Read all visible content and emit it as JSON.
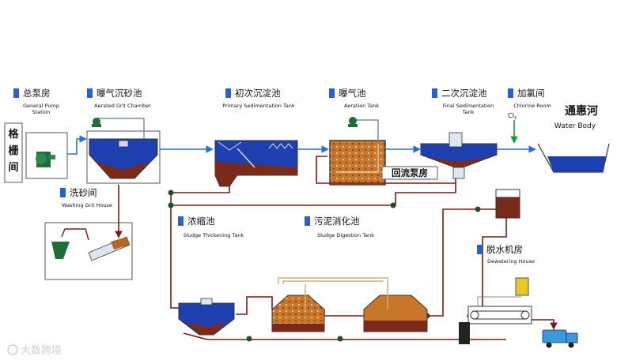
{
  "labels": {
    "grille": "格栅间",
    "pump_station": {
      "zh": "总泵房",
      "en_1": "General Pump",
      "en_2": "Station"
    },
    "grit_chamber": {
      "zh": "曝气沉砂池",
      "en": "Aerated Grit  Chamber"
    },
    "primary_tank": {
      "zh": "初次沉淀池",
      "en": "Primary Sedimentation Tank"
    },
    "aeration_tank": {
      "zh": "曝气池",
      "en": "Aeration Tank"
    },
    "final_tank": {
      "zh": "二次沉淀池",
      "en_1": "Final Sedimentation",
      "en_2": "Tank"
    },
    "chlorine_room": {
      "zh": "加氯间",
      "en": "Chlorine Room"
    },
    "chlorine_symbol": "Cl",
    "chlorine_subscript": "2",
    "water_body": {
      "zh": "通惠河",
      "en": "Water Body"
    },
    "return_pump": "回流泵房",
    "washing_house": {
      "zh": "洗砂间",
      "en": "Washing Grit House"
    },
    "thickening_tank": {
      "zh": "浓缩池",
      "en": "Sludge Thickening Tank"
    },
    "digestion_tank": {
      "zh": "污泥消化池",
      "en": "Sludge Digestion Tank"
    },
    "dewatering_house": {
      "zh": "脱水机房",
      "en": "Dewatering House"
    }
  },
  "watermark": "大数跨境",
  "colors": {
    "pipe": "#7a1c12",
    "water_line": "#2a6fd0",
    "tank_water": "#1d3fb0",
    "sludge": "#7a2a1a",
    "aeration_fill": "#c8772a",
    "label_marker": "#2a5fd0",
    "arrow_green": "#1a9a3a"
  }
}
